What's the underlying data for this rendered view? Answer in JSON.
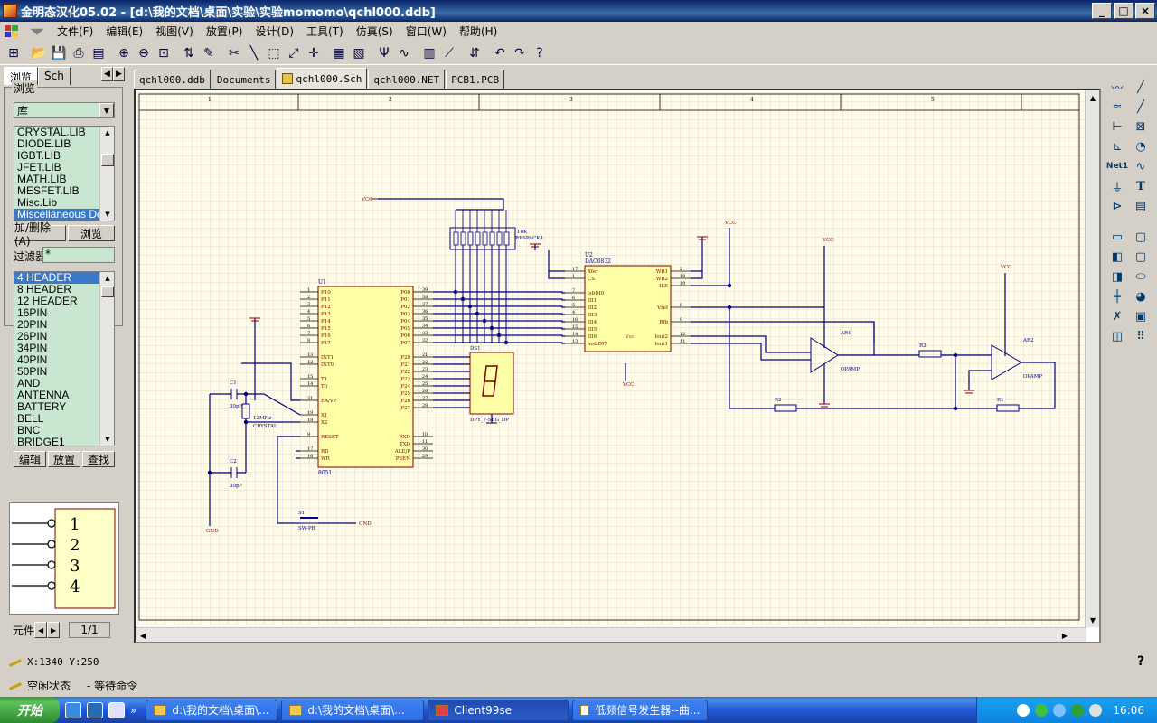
{
  "window": {
    "title": "金明态汉化05.02 - [d:\\我的文档\\桌面\\实验\\实验momomo\\qchl000.ddb]",
    "min": "_",
    "max": "□",
    "close": "×"
  },
  "menu": [
    "文件(F)",
    "编辑(E)",
    "视图(V)",
    "放置(P)",
    "设计(D)",
    "工具(T)",
    "仿真(S)",
    "窗口(W)",
    "帮助(H)"
  ],
  "left_panel": {
    "tabs": [
      "浏览",
      "Sch"
    ],
    "group_label": "浏览",
    "lib_combo": "库",
    "libraries": [
      "CRYSTAL.LIB",
      "DIODE.LIB",
      "IGBT.LIB",
      "JFET.LIB",
      "MATH.LIB",
      "MESFET.LIB",
      "Misc.Lib",
      "Miscellaneous Dev"
    ],
    "lib_selected_index": 7,
    "add_remove": "加/删除(A)",
    "browse": "浏览",
    "filter_label": "过滤器",
    "filter_value": "*",
    "components": [
      "4 HEADER",
      "8 HEADER",
      "12 HEADER",
      "16PIN",
      "20PIN",
      "26PIN",
      "34PIN",
      "40PIN",
      "50PIN",
      "AND",
      "ANTENNA",
      "BATTERY",
      "BELL",
      "BNC",
      "BRIDGE1"
    ],
    "comp_selected_index": 0,
    "edit": "编辑",
    "place": "放置",
    "find": "查找",
    "preview_pins": [
      "1",
      "2",
      "3",
      "4"
    ],
    "part_label": "元件",
    "page": "1/1"
  },
  "doc_tabs": [
    "qchl000.ddb",
    "Documents",
    "qchl000.Sch",
    "qchl000.NET",
    "PCB1.PCB"
  ],
  "doc_active_index": 2,
  "schematic": {
    "col_markers": [
      "1",
      "2",
      "3",
      "4",
      "5"
    ],
    "u1_ref": "U1",
    "u1_name": "8051",
    "u1_left_pins": [
      "P10",
      "P11",
      "P12",
      "P13",
      "P14",
      "P15",
      "P16",
      "P17",
      "INT1",
      "INT0",
      "T1",
      "T0",
      "EA/VP",
      "X1",
      "X2",
      "RESET",
      "RD",
      "WR"
    ],
    "u1_left_nums": [
      "1",
      "2",
      "3",
      "4",
      "5",
      "6",
      "7",
      "8",
      "13",
      "12",
      "15",
      "14",
      "31",
      "19",
      "18",
      "9",
      "17",
      "16"
    ],
    "u1_right_pins": [
      "P00",
      "P01",
      "P02",
      "P03",
      "P04",
      "P05",
      "P06",
      "P07",
      "P20",
      "P21",
      "P22",
      "P23",
      "P24",
      "P25",
      "P26",
      "P27",
      "RXD",
      "TXD",
      "ALE/P",
      "PSEN"
    ],
    "u1_right_nums": [
      "39",
      "38",
      "37",
      "36",
      "35",
      "34",
      "33",
      "32",
      "21",
      "22",
      "23",
      "24",
      "25",
      "26",
      "27",
      "28",
      "10",
      "11",
      "30",
      "29"
    ],
    "u2_ref": "U2",
    "u2_name": "DAC0832",
    "u2_left_pins": [
      "Xfer",
      "CS",
      "lsbDI0",
      "DI1",
      "DI2",
      "DI3",
      "DI4",
      "DI5",
      "DI6",
      "msbDI7"
    ],
    "u2_left_nums": [
      "17",
      "1",
      "7",
      "6",
      "5",
      "4",
      "16",
      "15",
      "14",
      "13"
    ],
    "u2_right_pins": [
      "WR1",
      "WR2",
      "ILE",
      "Vref",
      "Rfb",
      "Iout2",
      "Iout1"
    ],
    "u2_right_nums": [
      "2",
      "18",
      "19",
      "8",
      "9",
      "12",
      "11"
    ],
    "u2_vcc": "Vcc",
    "respack": "RESPACK4",
    "respack_val": "10K",
    "ds1": "DS1",
    "ds1_name": "DPY_7-SEG_DP",
    "c1": "C1",
    "c1_val": "30pF",
    "c2": "C2",
    "c2_val": "30pF",
    "crystal": "CRYSTAL",
    "crystal_val": "12MHz",
    "switch_ref": "S1",
    "switch_name": "SW-PB",
    "ar1": "AR1",
    "ar2": "AR2",
    "opamp": "OPAMP",
    "r1": "R1",
    "r2": "R2",
    "r3": "R3",
    "vcc": "VCC",
    "gnd": "GND"
  },
  "status": {
    "coords": "X:1340  Y:250",
    "state": "空闲状态",
    "command": "- 等待命令",
    "help": "?"
  },
  "taskbar": {
    "start": "开始",
    "expand": "»",
    "tasks": [
      "d:\\我的文档\\桌面\\...",
      "d:\\我的文档\\桌面\\...",
      "Client99se",
      "低频信号发生器--曲..."
    ],
    "active_task_index": 2,
    "clock": "16:06"
  },
  "colors": {
    "wire": "#000080",
    "part_fill": "#ffffa8",
    "part_border": "#800000",
    "pin_text": "#800000",
    "sheet": "#fffbe8",
    "grid": "#d8d4c8"
  }
}
